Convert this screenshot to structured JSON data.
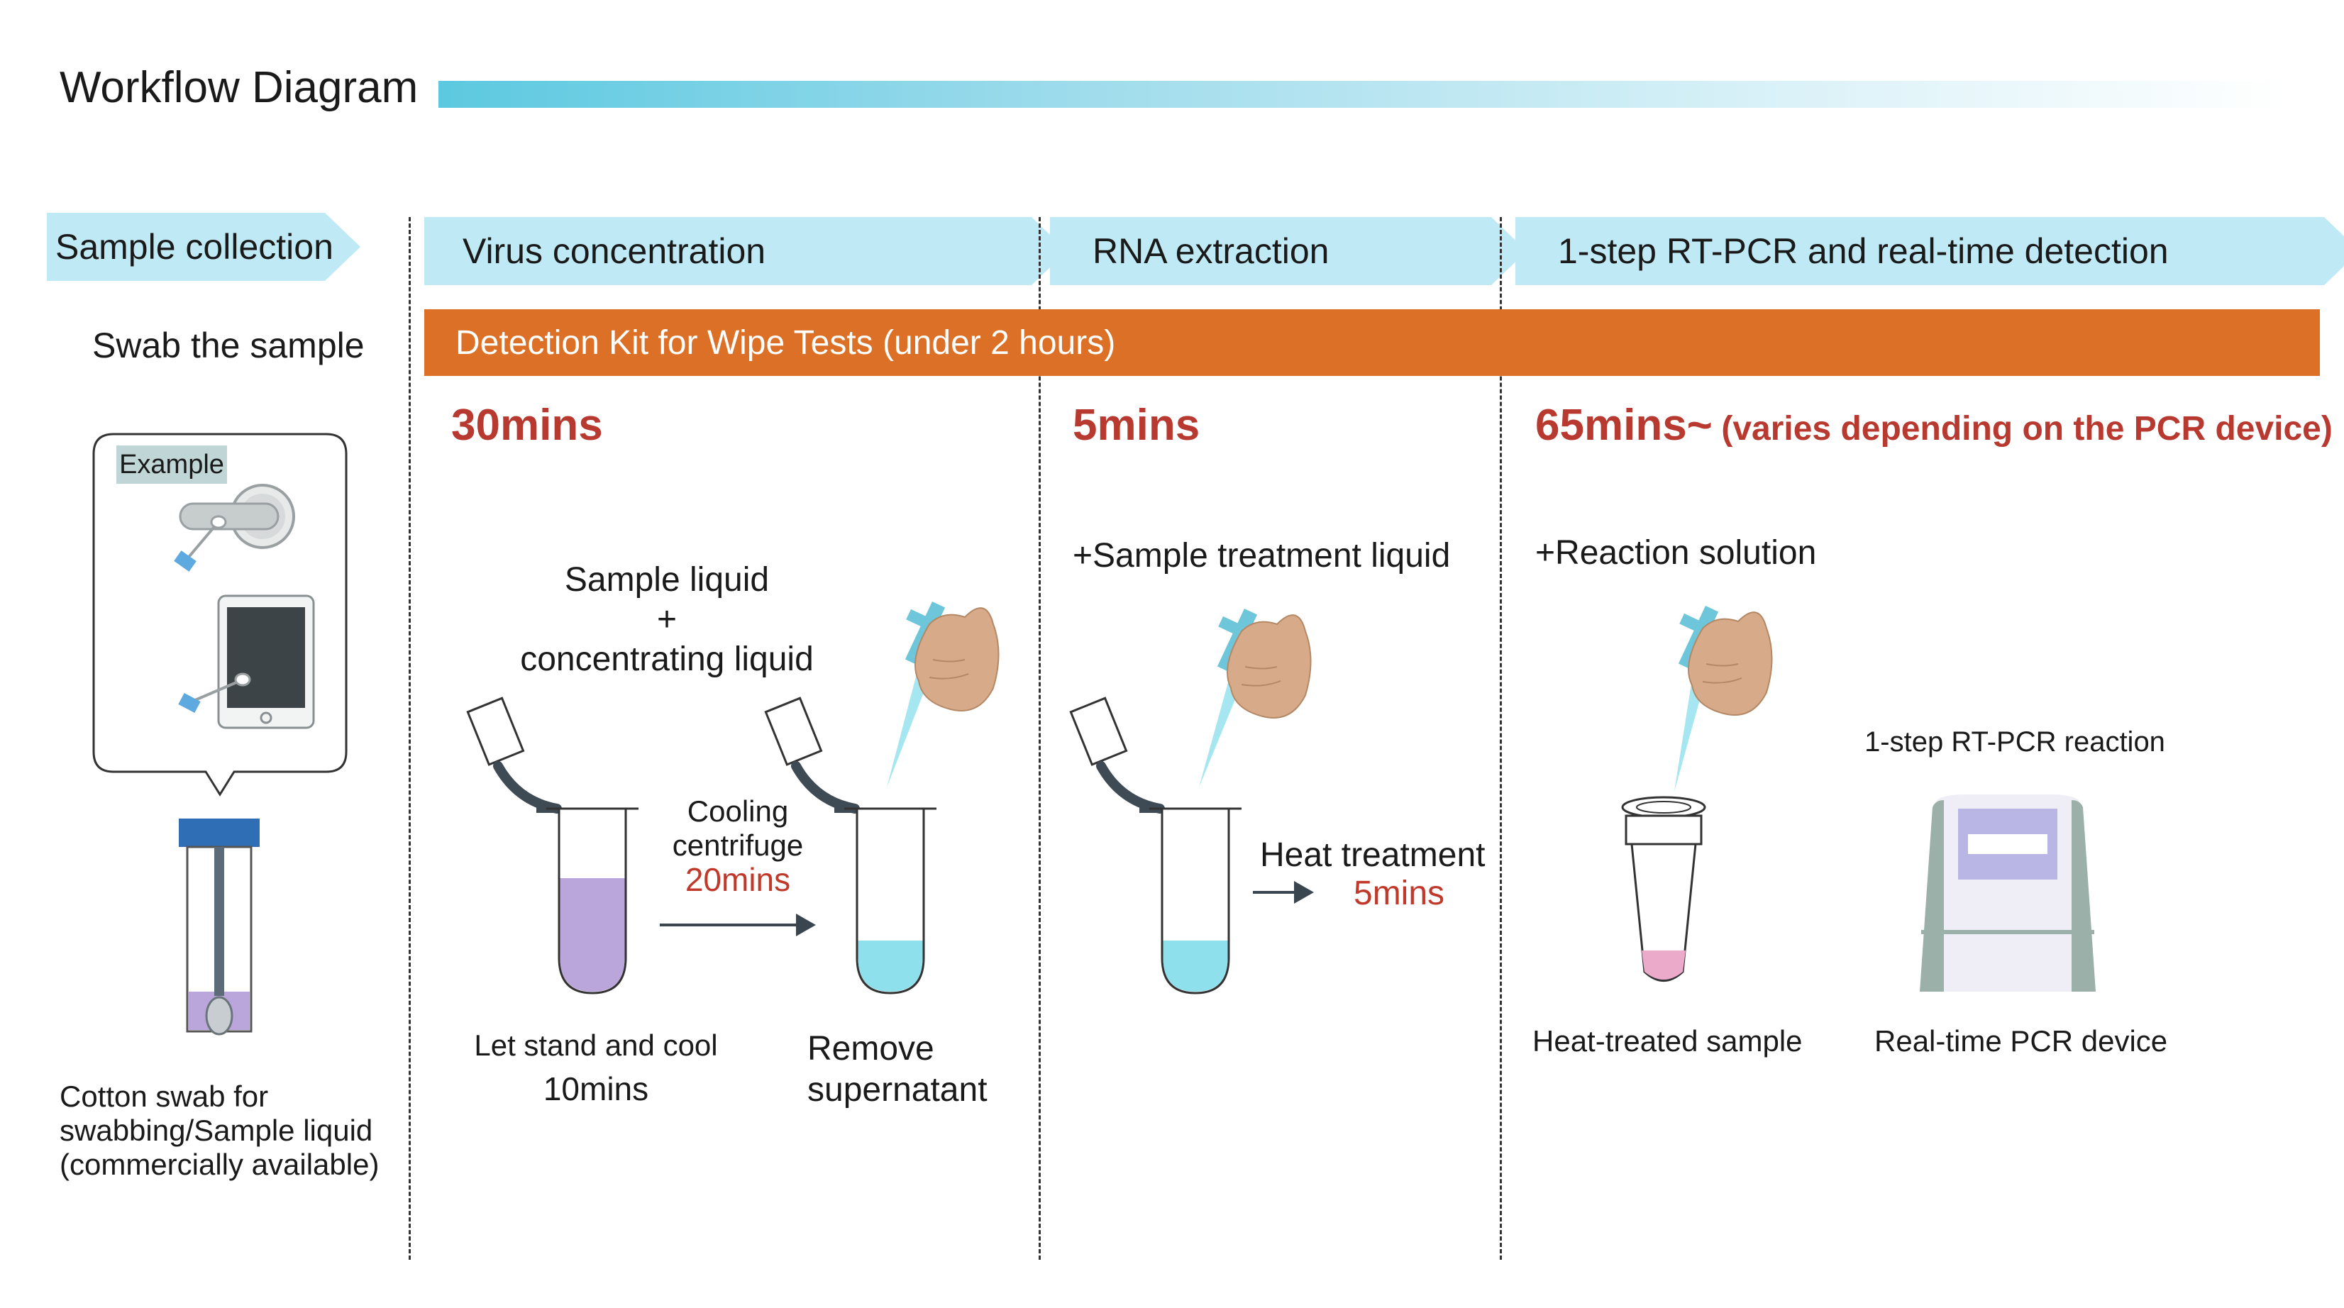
{
  "title": "Workflow Diagram",
  "steps": [
    "Sample collection",
    "Virus concentration",
    "RNA extraction",
    "1-step RT-PCR and real-time detection"
  ],
  "kit_bar": "Detection Kit for Wipe Tests (under 2 hours)",
  "collection": {
    "swab_text": "Swab the sample",
    "example_tag": "Example",
    "caption_lines": [
      "Cotton swab for",
      "swabbing/Sample liquid",
      "(commercially available)"
    ]
  },
  "concentration": {
    "time": "30mins",
    "liquid_lines": [
      "Sample liquid",
      "+",
      "concentrating liquid"
    ],
    "centrifuge_lines": [
      "Cooling",
      "centrifuge"
    ],
    "centrifuge_time": "20mins",
    "stand_text": "Let stand and cool",
    "stand_time": "10mins",
    "remove_lines": [
      "Remove",
      "supernatant"
    ]
  },
  "extraction": {
    "time": "5mins",
    "reagent": "+Sample treatment liquid",
    "heat_text": "Heat treatment",
    "heat_time": "5mins"
  },
  "detection": {
    "time": "65mins~",
    "time_note": "(varies depending on the PCR device)",
    "reagent": "+Reaction solution",
    "reaction_label": "1-step RT-PCR reaction",
    "sample_label": "Heat-treated sample",
    "device_label": "Real-time PCR device"
  },
  "colors": {
    "accent_orange": "#dc7026",
    "step_blue": "#bfe9f4",
    "time_red": "#b8392f",
    "purple_liquid": "#bba6dc",
    "cyan_liquid": "#8ee0ec",
    "pink_liquid": "#ecaacb"
  }
}
